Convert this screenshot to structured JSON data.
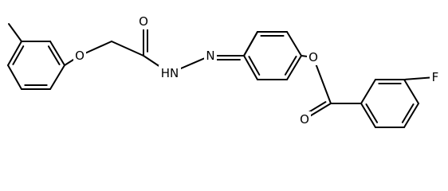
{
  "structure": {
    "atom_labels": {
      "methyl_ether_o": "O",
      "amide_o": "O",
      "nh": "HN",
      "hydrazone_n": "N",
      "ester_o": "O",
      "carbonyl_o": "O",
      "fluorine": "F"
    }
  }
}
